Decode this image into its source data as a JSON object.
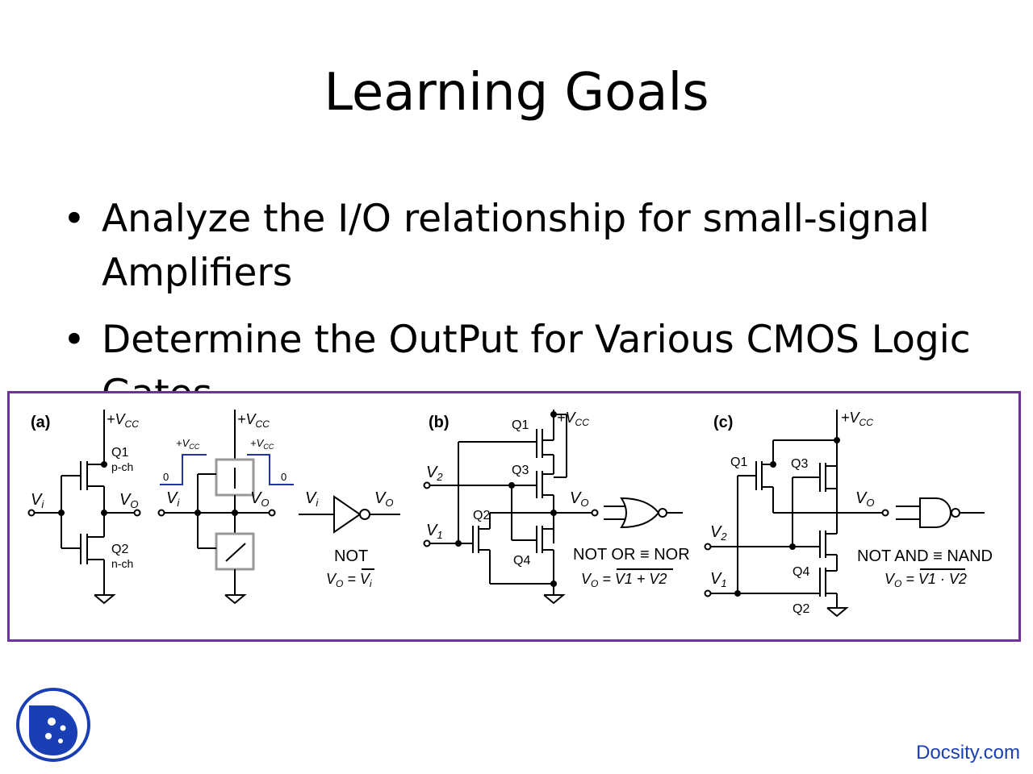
{
  "slide": {
    "title": "Learning Goals",
    "bullets": [
      {
        "marker": "•",
        "text": "Analyze the I/O relationship for small-signal Amplifiers"
      },
      {
        "marker": "•",
        "text": "Determine the OutPut for Various CMOS Logic Gates"
      }
    ]
  },
  "figure": {
    "panel_a": {
      "label": "(a)",
      "vcc": "+V",
      "vcc_sub": "CC",
      "q1": "Q1",
      "q1_type": "p-ch",
      "q2": "Q2",
      "q2_type": "n-ch",
      "vi": "V",
      "vi_sub": "i",
      "vo": "V",
      "vo_sub": "O",
      "wave_zero": "0",
      "gate_name": "NOT",
      "equation": "V",
      "equation_rest": "O = V",
      "equation_bar_sub": "i"
    },
    "panel_b": {
      "label": "(b)",
      "vcc": "+V",
      "vcc_sub": "CC",
      "q1": "Q1",
      "q2": "Q2",
      "q3": "Q3",
      "q4": "Q4",
      "v1": "V",
      "v1_sub": "1",
      "v2": "V",
      "v2_sub": "2",
      "vo": "V",
      "vo_sub": "O",
      "gate_name": "NOT OR ≡ NOR",
      "equation_lhs": "V",
      "equation_lhs_sub": "O",
      "equation_rhs": "V1 + V2"
    },
    "panel_c": {
      "label": "(c)",
      "vcc": "+V",
      "vcc_sub": "CC",
      "q1": "Q1",
      "q2": "Q2",
      "q3": "Q3",
      "q4": "Q4",
      "v1": "V",
      "v1_sub": "1",
      "v2": "V",
      "v2_sub": "2",
      "vo": "V",
      "vo_sub": "O",
      "gate_name": "NOT AND ≡ NAND",
      "equation_lhs": "V",
      "equation_lhs_sub": "O",
      "equation_rhs": "V1 · V2"
    },
    "frame_color": "#7030a0"
  },
  "footer": {
    "brand": "Docsity.com",
    "brand_color": "#1a3fb5",
    "logo_icon": "docsity-logo-icon"
  }
}
